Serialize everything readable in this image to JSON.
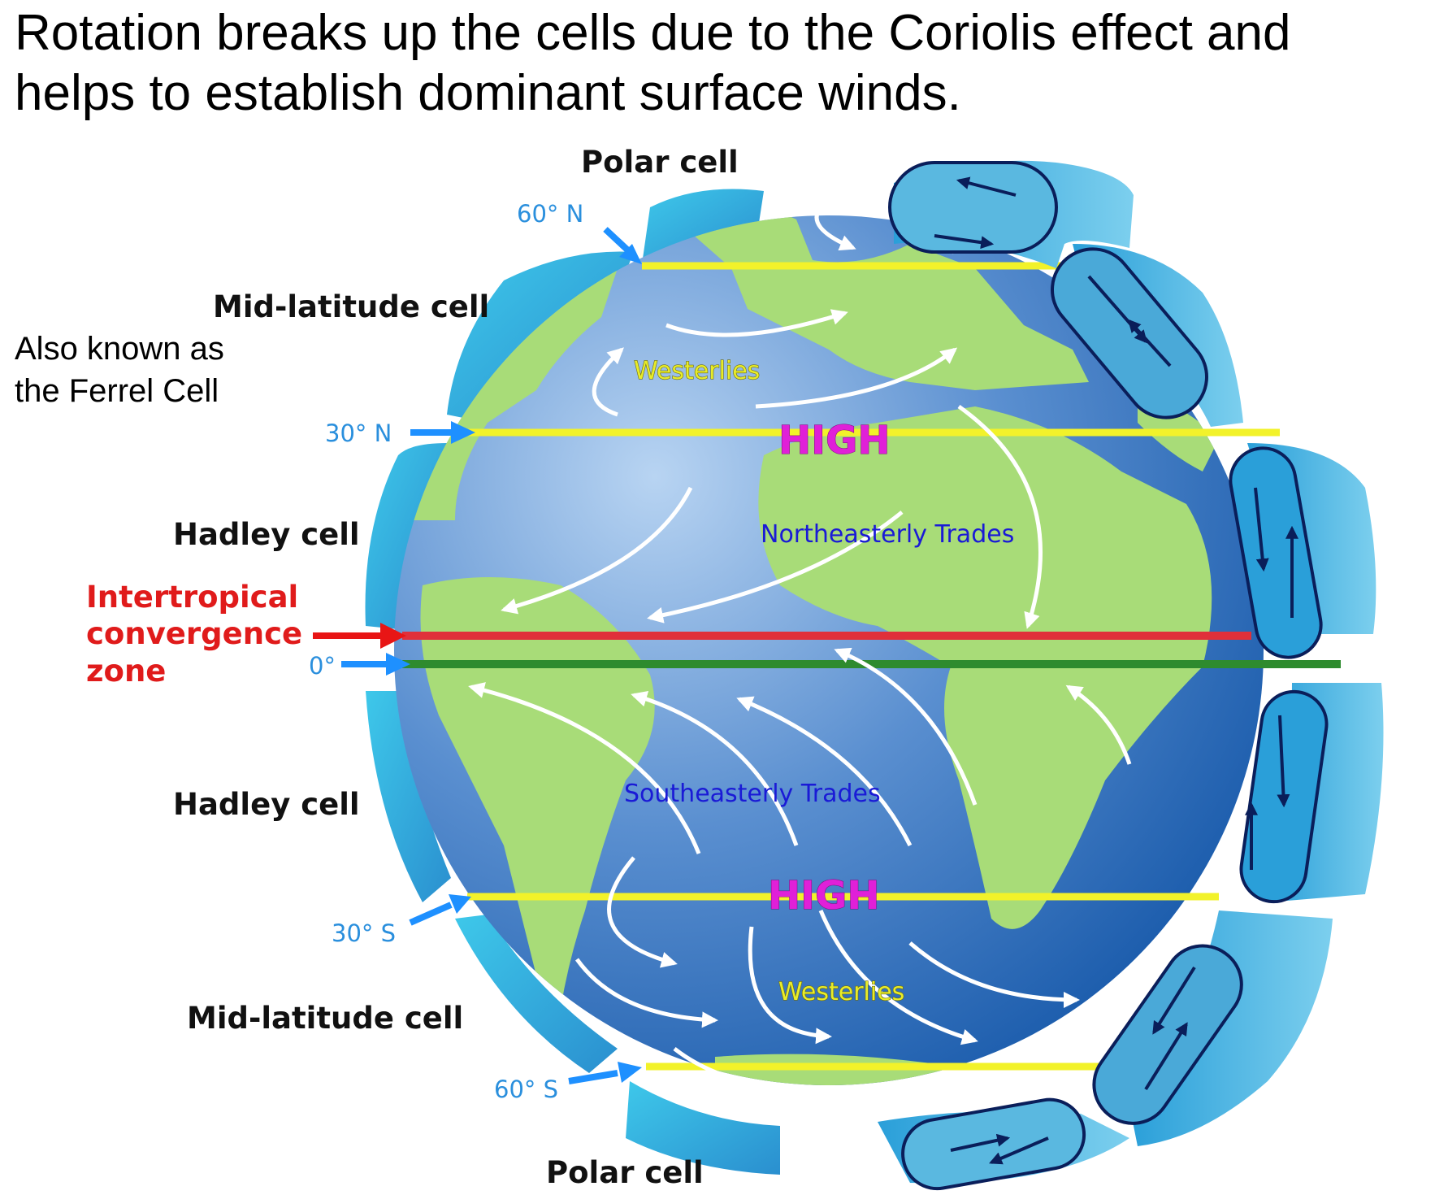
{
  "heading": {
    "line1": "Rotation breaks up the cells due to the Coriolis effect and",
    "line2": "helps to establish dominant surface winds."
  },
  "note": {
    "line1": "Also known as",
    "line2": "the Ferrel Cell"
  },
  "cells": {
    "polar_north": "Polar cell",
    "mid_latitude_north": "Mid-latitude cell",
    "hadley_north": "Hadley cell",
    "hadley_south": "Hadley cell",
    "mid_latitude_south": "Mid-latitude cell",
    "polar_south": "Polar cell"
  },
  "latitudes": {
    "n60": "60° N",
    "n30": "30° N",
    "equator": "0°",
    "s30": "30° S",
    "s60": "60° S"
  },
  "itcz": {
    "line1": "Intertropical",
    "line2": "convergence",
    "line3": "zone"
  },
  "winds": {
    "westerlies_north": "Westerlies",
    "high_north": "HIGH",
    "northeasterly_trades": "Northeasterly Trades",
    "southeasterly_trades": "Southeasterly Trades",
    "high_south": "HIGH",
    "westerlies_south": "Westerlies"
  },
  "colors": {
    "ocean_light": "#8fb8e6",
    "ocean_dark": "#0b4fa3",
    "land": "#a8dc78",
    "band_tile": "#4cb3e0",
    "latitude_line": "#f2f22a",
    "itcz_line": "#e0303a",
    "equator_line": "#2e8b2e",
    "latitude_arrow": "#1e90ff",
    "itcz_arrow": "#e81515"
  }
}
